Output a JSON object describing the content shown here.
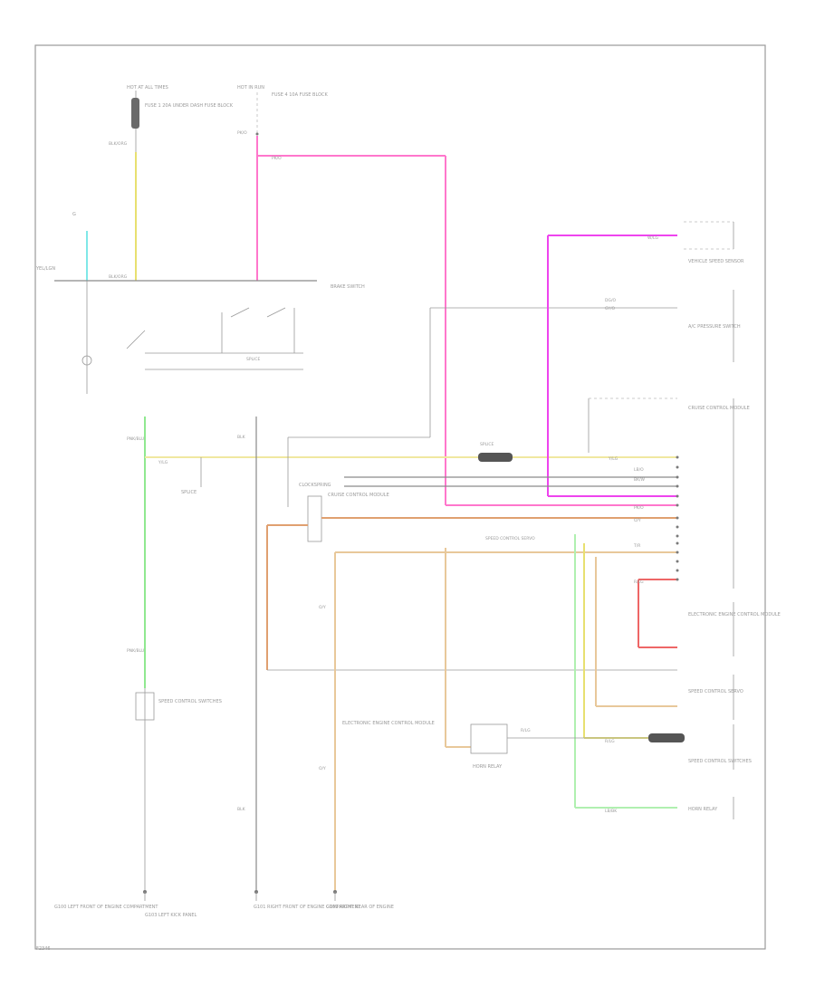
{
  "diagram": {
    "colors": {
      "pink": "#ff77cc",
      "magenta": "#ee44ee",
      "yellow": "#e8e070",
      "lightyellow": "#f0e8a0",
      "tan": "#e8c89a",
      "orange": "#e0a070",
      "green": "#90e890",
      "lightgreen": "#b0f0b0",
      "cyan": "#80e8e8",
      "gray": "#8a8a8a",
      "red": "#ee6666"
    },
    "labels": {
      "hot_at_all_times": "HOT AT ALL TIMES",
      "fuse_top_left": "FUSE 1 20A UNDER DASH FUSE BLOCK",
      "hot_in_run": "HOT IN RUN",
      "fuse_top_center": "FUSE 4 10A FUSE BLOCK",
      "brake_switch": "BRAKE SWITCH",
      "splice_c": "SPLICE",
      "ground_left": "G",
      "yel_lgn": "YEL/LGN",
      "cruise_control_module": "CRUISE CONTROL MODULE",
      "electronic_engine_control": "ELECTRONIC ENGINE CONTROL MODULE",
      "ac_pressure_switch": "A/C PRESSURE SWITCH",
      "vss": "VEHICLE SPEED SENSOR",
      "speed_control_servo": "SPEED CONTROL SERVO",
      "clockspring": "CLOCKSPRING",
      "horn_relay": "HORN RELAY",
      "speed_control_switches": "SPEED CONTROL SWITCHES",
      "splice_left": "SPLICE",
      "ground_b1": "G100 LEFT FRONT OF ENGINE COMPARTMENT",
      "ground_b2": "G101 RIGHT FRONT OF ENGINE COMPARTMENT",
      "ground_b3": "G102 RIGHT REAR OF ENGINE",
      "ground_b4": "G103 LEFT KICK PANEL",
      "footer_code": "F2346"
    },
    "wire_labels": [
      "BLK/ORG",
      "LG/R",
      "PNK/BLU",
      "BLK",
      "DB/W",
      "W/LG",
      "PK/O",
      "Y/LG",
      "DG/O",
      "GY/O",
      "LB/BK",
      "R/LG",
      "LB/O",
      "BK/W",
      "O/Y",
      "T/R"
    ]
  }
}
